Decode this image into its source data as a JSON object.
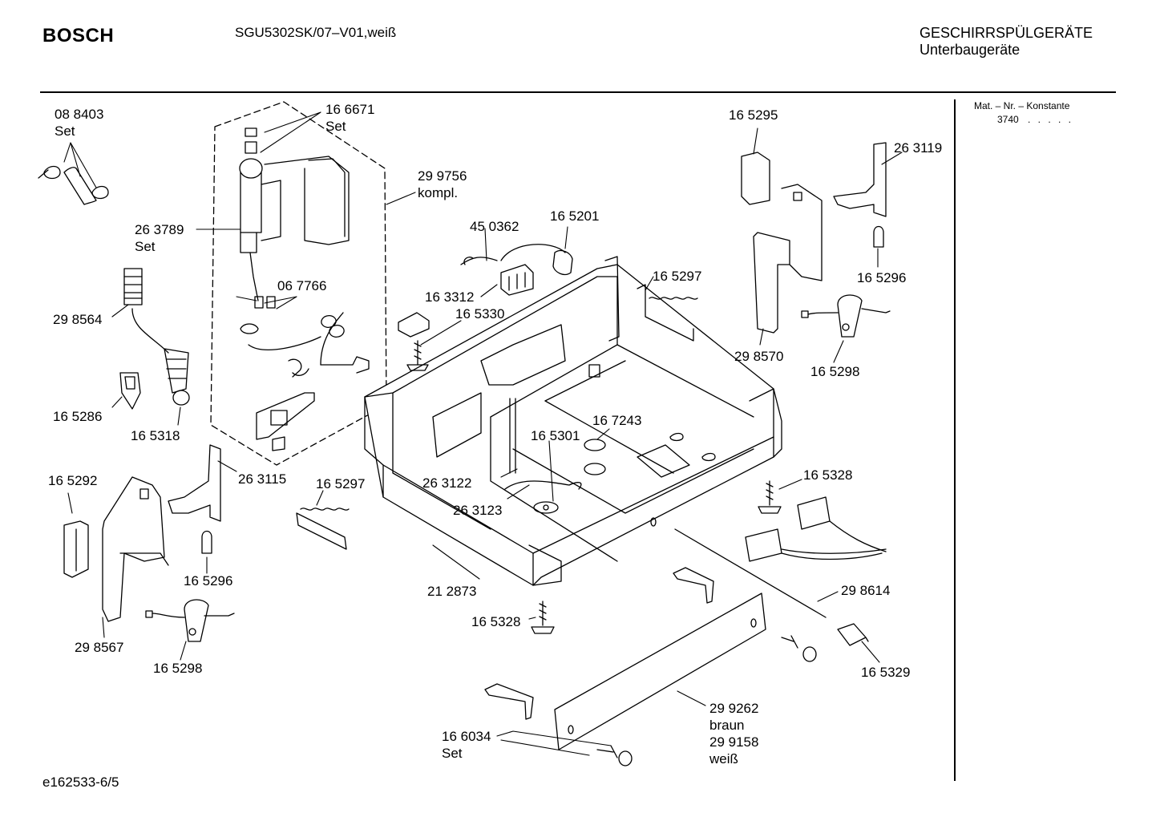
{
  "header": {
    "brand": "BOSCH",
    "model": "SGU5302SK/07–V01,weiß",
    "category": "GESCHIRRSPÜLGERÄTE",
    "subcategory": "Unterbaugeräte"
  },
  "side_panel": {
    "mat_label": "Mat. – Nr. – Konstante",
    "mat_value": "3740",
    "mat_dots": ". . . . ."
  },
  "footer": {
    "code": "e162533-6/5"
  },
  "parts": [
    {
      "id": "p088403",
      "lines": [
        "08 8403",
        "Set"
      ]
    },
    {
      "id": "p166671",
      "lines": [
        "16 6671",
        "Set"
      ]
    },
    {
      "id": "p299756",
      "lines": [
        "29 9756",
        "kompl."
      ]
    },
    {
      "id": "p263789",
      "lines": [
        "26 3789",
        "Set"
      ]
    },
    {
      "id": "p450362",
      "lines": [
        "45 0362"
      ]
    },
    {
      "id": "p165201",
      "lines": [
        "16 5201"
      ]
    },
    {
      "id": "p067766",
      "lines": [
        "06 7766"
      ]
    },
    {
      "id": "p163312",
      "lines": [
        "16 3312"
      ]
    },
    {
      "id": "p165330",
      "lines": [
        "16 5330"
      ]
    },
    {
      "id": "p298564",
      "lines": [
        "29 8564"
      ]
    },
    {
      "id": "p165286",
      "lines": [
        "16 5286"
      ]
    },
    {
      "id": "p165318",
      "lines": [
        "16 5318"
      ]
    },
    {
      "id": "p165292",
      "lines": [
        "16 5292"
      ]
    },
    {
      "id": "p263115",
      "lines": [
        "26 3115"
      ]
    },
    {
      "id": "p165297a",
      "lines": [
        "16 5297"
      ]
    },
    {
      "id": "p165296a",
      "lines": [
        "16 5296"
      ]
    },
    {
      "id": "p298567",
      "lines": [
        "29 8567"
      ]
    },
    {
      "id": "p165298a",
      "lines": [
        "16 5298"
      ]
    },
    {
      "id": "p165301",
      "lines": [
        "16 5301"
      ]
    },
    {
      "id": "p167243",
      "lines": [
        "16 7243"
      ]
    },
    {
      "id": "p263122",
      "lines": [
        "26 3122"
      ]
    },
    {
      "id": "p263123",
      "lines": [
        "26 3123"
      ]
    },
    {
      "id": "p212873",
      "lines": [
        "21 2873"
      ]
    },
    {
      "id": "p165328a",
      "lines": [
        "16 5328"
      ]
    },
    {
      "id": "p165295",
      "lines": [
        "16 5295"
      ]
    },
    {
      "id": "p263119",
      "lines": [
        "26 3119"
      ]
    },
    {
      "id": "p165297b",
      "lines": [
        "16 5297"
      ]
    },
    {
      "id": "p165296b",
      "lines": [
        "16 5296"
      ]
    },
    {
      "id": "p298570",
      "lines": [
        "29 8570"
      ]
    },
    {
      "id": "p165298b",
      "lines": [
        "16 5298"
      ]
    },
    {
      "id": "p165328b",
      "lines": [
        "16 5328"
      ]
    },
    {
      "id": "p298614",
      "lines": [
        "29 8614"
      ]
    },
    {
      "id": "p165329",
      "lines": [
        "16 5329"
      ]
    },
    {
      "id": "p299262",
      "lines": [
        "29 9262",
        "braun",
        "29 9158",
        "weiß"
      ]
    },
    {
      "id": "p166034",
      "lines": [
        "16 6034",
        "Set"
      ]
    }
  ]
}
